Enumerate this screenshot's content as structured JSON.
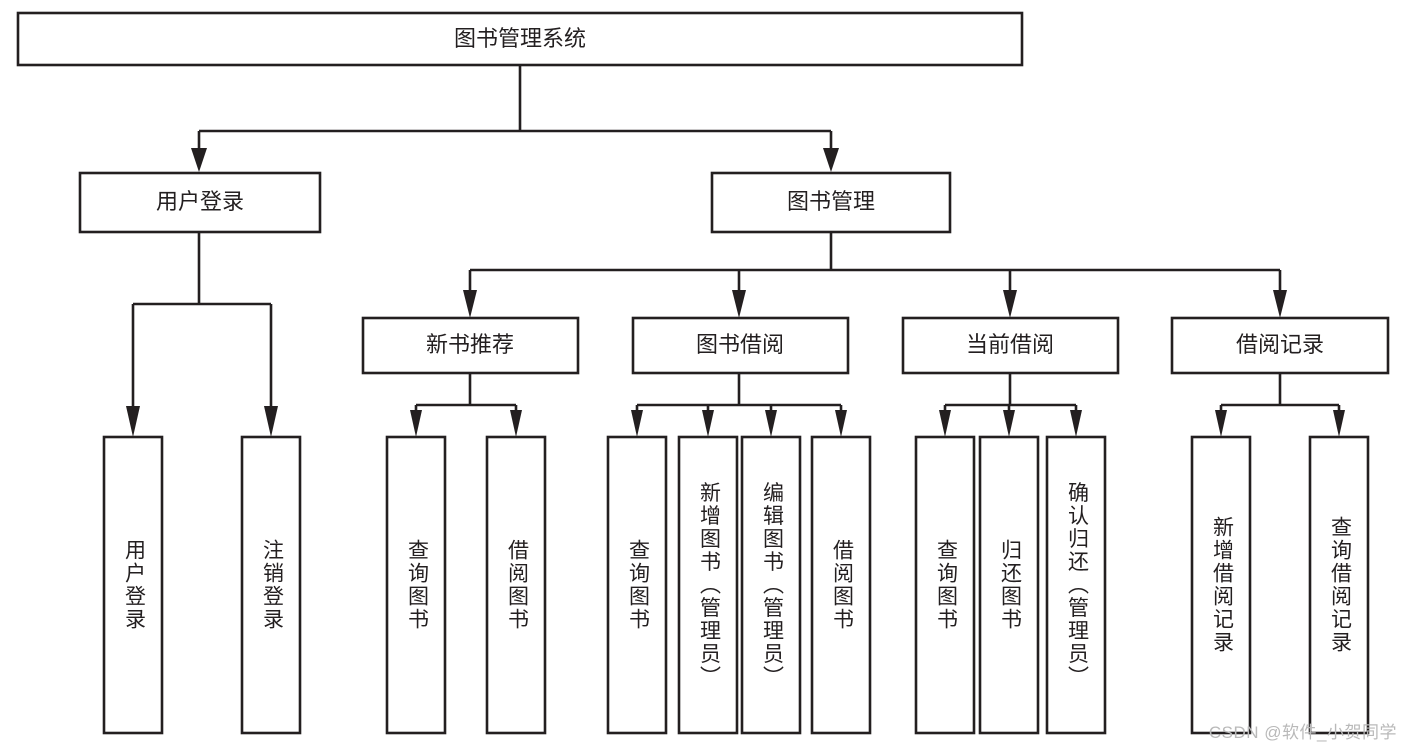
{
  "diagram": {
    "type": "tree",
    "title": "图书管理系统",
    "watermark": "CSDN @软件_小贺同学",
    "colors": {
      "stroke": "#231f20",
      "fill": "#ffffff",
      "text": "#231f20",
      "watermark": "#b9b9b9",
      "background": "#ffffff"
    },
    "levels": {
      "root": "图书管理系统",
      "level2": [
        "用户登录",
        "图书管理"
      ],
      "level3": [
        "新书推荐",
        "图书借阅",
        "当前借阅",
        "借阅记录"
      ]
    },
    "nodes": {
      "root": {
        "id": "root",
        "label": "图书管理系统",
        "orientation": "horizontal"
      },
      "n_user_login": {
        "id": "n_user_login",
        "label": "用户登录",
        "orientation": "horizontal"
      },
      "n_book_mgmt": {
        "id": "n_book_mgmt",
        "label": "图书管理",
        "orientation": "horizontal"
      },
      "n_new_book_rec": {
        "id": "n_new_book_rec",
        "label": "新书推荐",
        "orientation": "horizontal"
      },
      "n_book_borrow": {
        "id": "n_book_borrow",
        "label": "图书借阅",
        "orientation": "horizontal"
      },
      "n_current_borrow": {
        "id": "n_current_borrow",
        "label": "当前借阅",
        "orientation": "horizontal"
      },
      "n_borrow_record": {
        "id": "n_borrow_record",
        "label": "借阅记录",
        "orientation": "horizontal"
      },
      "l_user_login": {
        "id": "l_user_login",
        "label": "用户登录",
        "orientation": "vertical"
      },
      "l_logout": {
        "id": "l_logout",
        "label": "注销登录",
        "orientation": "vertical"
      },
      "l_query_book_1": {
        "id": "l_query_book_1",
        "label": "查询图书",
        "orientation": "vertical"
      },
      "l_borrow_book_1": {
        "id": "l_borrow_book_1",
        "label": "借阅图书",
        "orientation": "vertical"
      },
      "l_query_book_2": {
        "id": "l_query_book_2",
        "label": "查询图书",
        "orientation": "vertical"
      },
      "l_add_book": {
        "id": "l_add_book",
        "label": "新增图书（管理员）",
        "orientation": "vertical"
      },
      "l_edit_book": {
        "id": "l_edit_book",
        "label": "编辑图书（管理员）",
        "orientation": "vertical"
      },
      "l_borrow_book_2": {
        "id": "l_borrow_book_2",
        "label": "借阅图书",
        "orientation": "vertical"
      },
      "l_query_book_3": {
        "id": "l_query_book_3",
        "label": "查询图书",
        "orientation": "vertical"
      },
      "l_return_book": {
        "id": "l_return_book",
        "label": "归还图书",
        "orientation": "vertical"
      },
      "l_confirm_return": {
        "id": "l_confirm_return",
        "label": "确认归还（管理员）",
        "orientation": "vertical"
      },
      "l_add_record": {
        "id": "l_add_record",
        "label": "新增借阅记录",
        "orientation": "vertical"
      },
      "l_query_record": {
        "id": "l_query_record",
        "label": "查询借阅记录",
        "orientation": "vertical"
      }
    },
    "edges": [
      {
        "from": "root",
        "to": "n_user_login"
      },
      {
        "from": "root",
        "to": "n_book_mgmt"
      },
      {
        "from": "n_user_login",
        "to": "l_user_login"
      },
      {
        "from": "n_user_login",
        "to": "l_logout"
      },
      {
        "from": "n_book_mgmt",
        "to": "n_new_book_rec"
      },
      {
        "from": "n_book_mgmt",
        "to": "n_book_borrow"
      },
      {
        "from": "n_book_mgmt",
        "to": "n_current_borrow"
      },
      {
        "from": "n_book_mgmt",
        "to": "n_borrow_record"
      },
      {
        "from": "n_new_book_rec",
        "to": "l_query_book_1"
      },
      {
        "from": "n_new_book_rec",
        "to": "l_borrow_book_1"
      },
      {
        "from": "n_book_borrow",
        "to": "l_query_book_2"
      },
      {
        "from": "n_book_borrow",
        "to": "l_add_book"
      },
      {
        "from": "n_book_borrow",
        "to": "l_edit_book"
      },
      {
        "from": "n_book_borrow",
        "to": "l_borrow_book_2"
      },
      {
        "from": "n_current_borrow",
        "to": "l_query_book_3"
      },
      {
        "from": "n_current_borrow",
        "to": "l_return_book"
      },
      {
        "from": "n_current_borrow",
        "to": "l_confirm_return"
      },
      {
        "from": "n_borrow_record",
        "to": "l_add_record"
      },
      {
        "from": "n_borrow_record",
        "to": "l_query_record"
      }
    ]
  }
}
